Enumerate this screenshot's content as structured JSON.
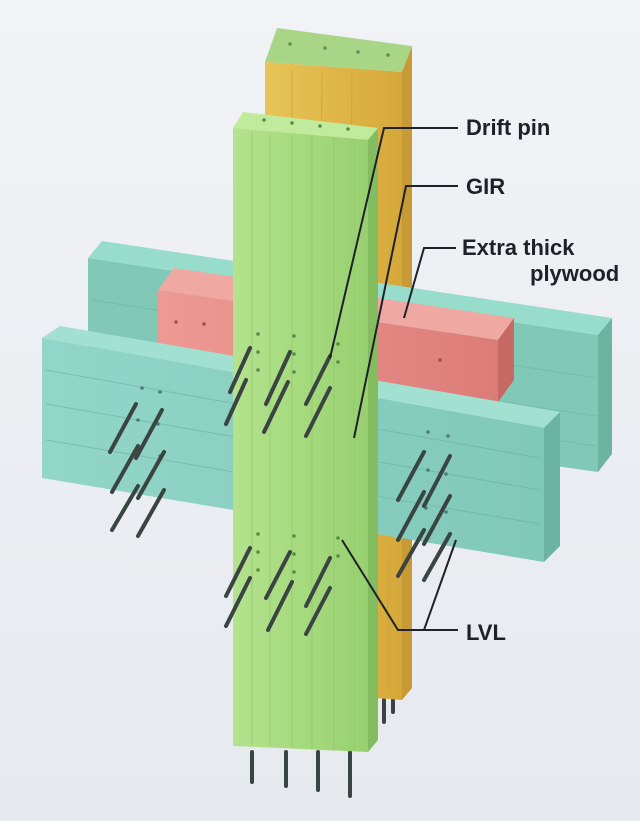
{
  "labels": {
    "drift_pin": "Drift pin",
    "gir": "GIR",
    "extra_thick_line1": "Extra thick",
    "extra_thick_line2": "plywood",
    "lvl": "LVL"
  },
  "colors": {
    "background": "#eef0f4",
    "rear_column": "#e6be4e",
    "front_column": "#a8dc80",
    "beam": "#8ad2c4",
    "rear_beam": "#80c8b4",
    "plywood_block": "#e78c88",
    "pin": "#3a4442",
    "leader_line": "#1e2228",
    "label_text": "#1e2228"
  }
}
